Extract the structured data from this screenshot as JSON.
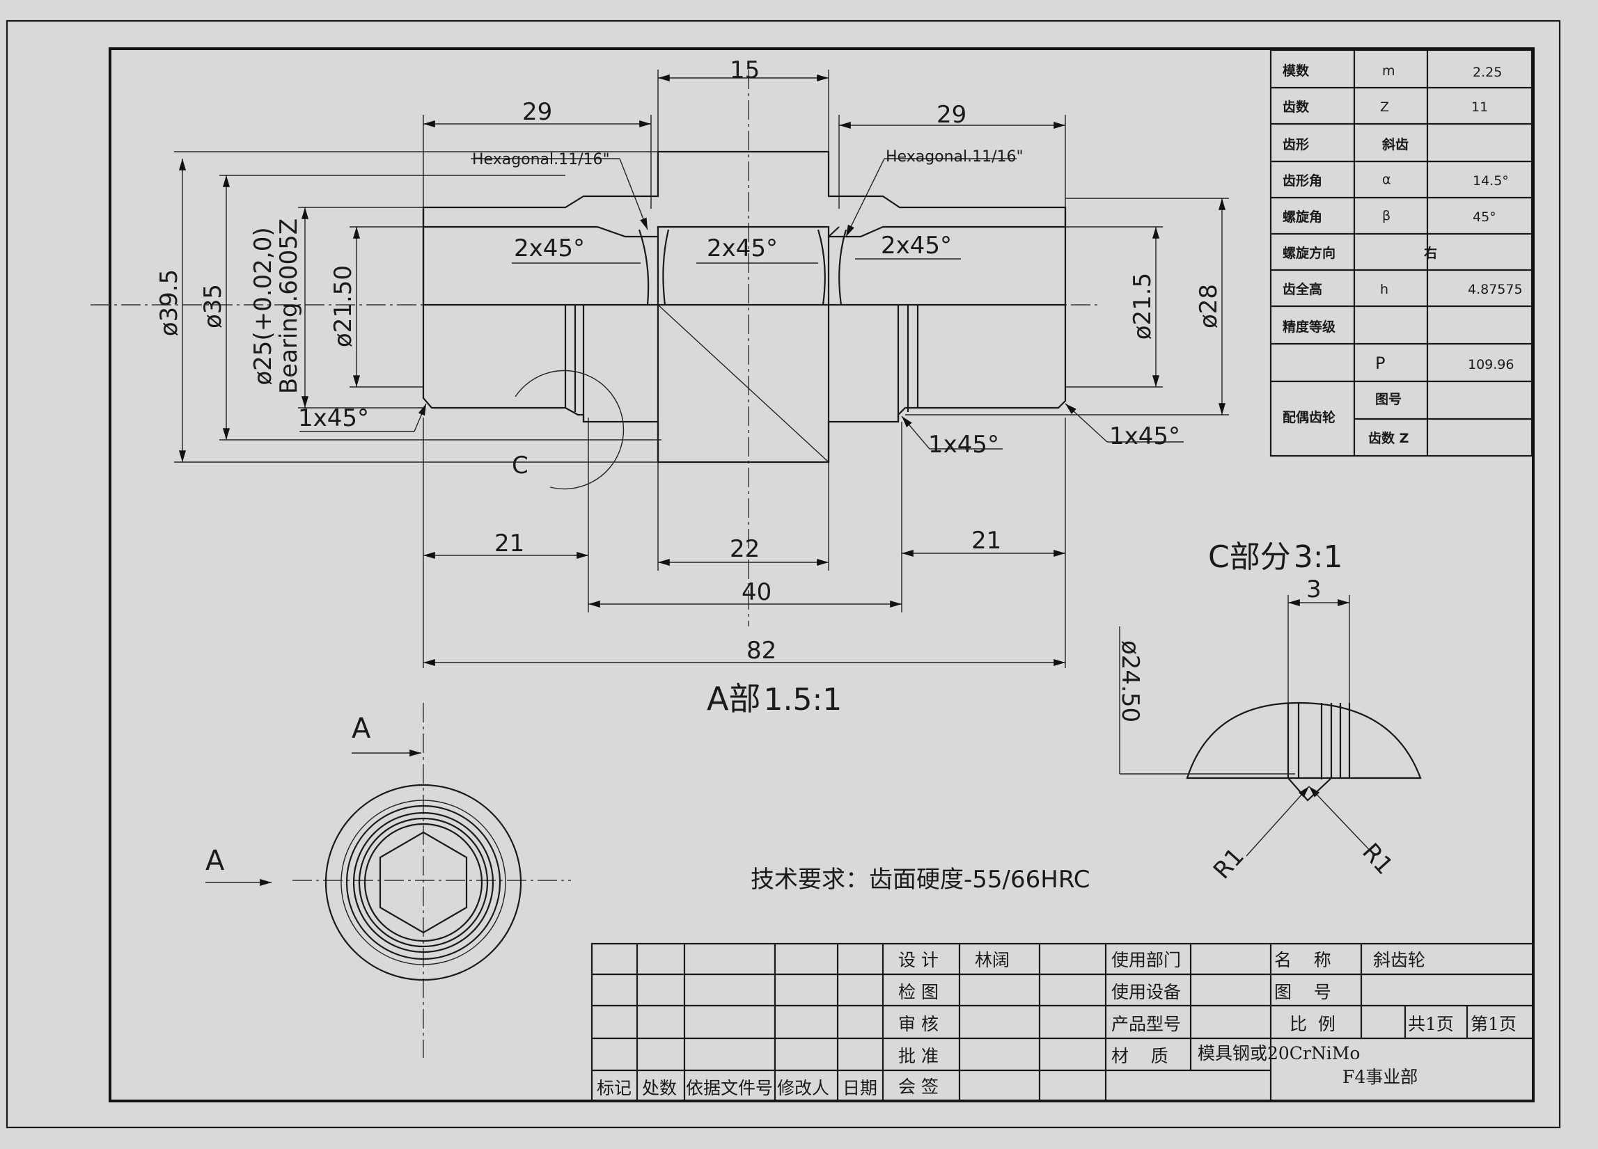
{
  "drawing": {
    "dimensions": {
      "d15": "15",
      "d29_left": "29",
      "d29_right": "29",
      "d21_left": "21",
      "d22": "22",
      "d21_right": "21",
      "d40": "40",
      "d82": "82",
      "d3": "3",
      "dia395": "ø39.5",
      "dia35": "ø35",
      "dia25": "ø25(+0.02,0)",
      "bearing": "Bearing.6005Z",
      "dia2150": "ø21.50",
      "dia215": "ø21.5",
      "dia28": "ø28",
      "dia2450": "ø24.50",
      "r1_left": "R1",
      "r1_right": "R1"
    },
    "callouts": {
      "hex_left": "Hexagonal.11/16\"",
      "hex_right": "Hexagonal.11/16\"",
      "chamfer_2x45_a": "2x45°",
      "chamfer_2x45_b": "2x45°",
      "chamfer_2x45_c": "2x45°",
      "chamfer_1x45_a": "1x45°",
      "chamfer_1x45_b": "1x45°",
      "chamfer_1x45_c": "1x45°",
      "detail_c_mark": "C"
    },
    "views": {
      "a_part_prefix": "A部",
      "a_part_scale": "1.5:1",
      "c_part_prefix": "C部分",
      "c_part_scale": "3:1",
      "section_a_top": "A",
      "section_a_left": "A"
    },
    "tech_requirement": "技术要求：齿面硬度-55/66HRC"
  },
  "gear_table": {
    "rows": [
      {
        "label": "模数",
        "sym": "m",
        "value": "2.25"
      },
      {
        "label": "齿数",
        "sym": "Z",
        "value": "11"
      },
      {
        "label": "齿形",
        "sym": "斜齿",
        "value": ""
      },
      {
        "label": "齿形角",
        "sym": "α",
        "value": "14.5°"
      },
      {
        "label": "螺旋角",
        "sym": "β",
        "value": "45°"
      },
      {
        "label": "螺旋方向",
        "sym": "右",
        "value": ""
      },
      {
        "label": "齿全高",
        "sym": "h",
        "value": "4.87575"
      },
      {
        "label": "精度等级",
        "sym": "",
        "value": ""
      },
      {
        "label": "",
        "sym": "P",
        "value": "109.96"
      }
    ],
    "mate_label": "配偶齿轮",
    "mate_rows": [
      {
        "sym": "图号",
        "value": ""
      },
      {
        "sym": "齿数 Z",
        "value": ""
      }
    ]
  },
  "title_block": {
    "revision_headers": [
      "标记",
      "处数",
      "依据文件号",
      "修改人",
      "日期"
    ],
    "roles": [
      "设 计",
      "检 图",
      "审 核",
      "批 准",
      "会 签"
    ],
    "designer": "林阔",
    "dept_labels": [
      "使用部门",
      "使用设备",
      "产品型号",
      "材    质"
    ],
    "material": "模具钢或20CrNiMo",
    "name_label": "名    称",
    "name_value": "斜齿轮",
    "drawing_no_label": "图    号",
    "scale_label": "比  例",
    "total_pages": "共1页",
    "page_no": "第1页",
    "department": "F4事业部"
  }
}
